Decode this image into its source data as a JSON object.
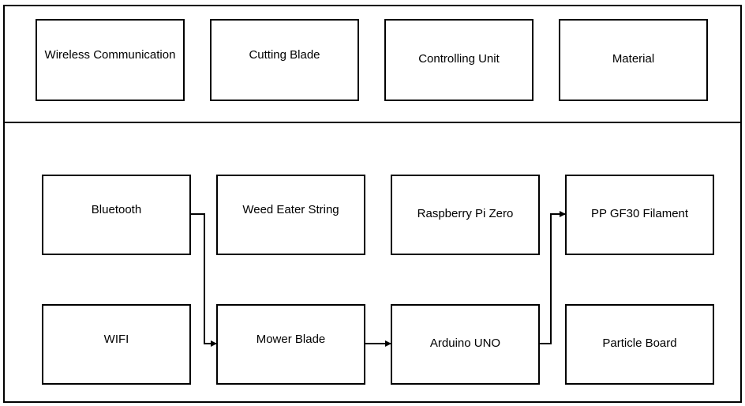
{
  "categories": {
    "wireless": "Wireless Communication",
    "blade": "Cutting Blade",
    "controller": "Controlling Unit",
    "material": "Material"
  },
  "options": {
    "bluetooth": "Bluetooth",
    "wifi": "WIFI",
    "weed_eater": "Weed Eater String",
    "mower_blade": "Mower Blade",
    "raspberry": "Raspberry Pi Zero",
    "arduino": "Arduino UNO",
    "ppgf30": "PP GF30 Filament",
    "particle": "Particle Board"
  }
}
